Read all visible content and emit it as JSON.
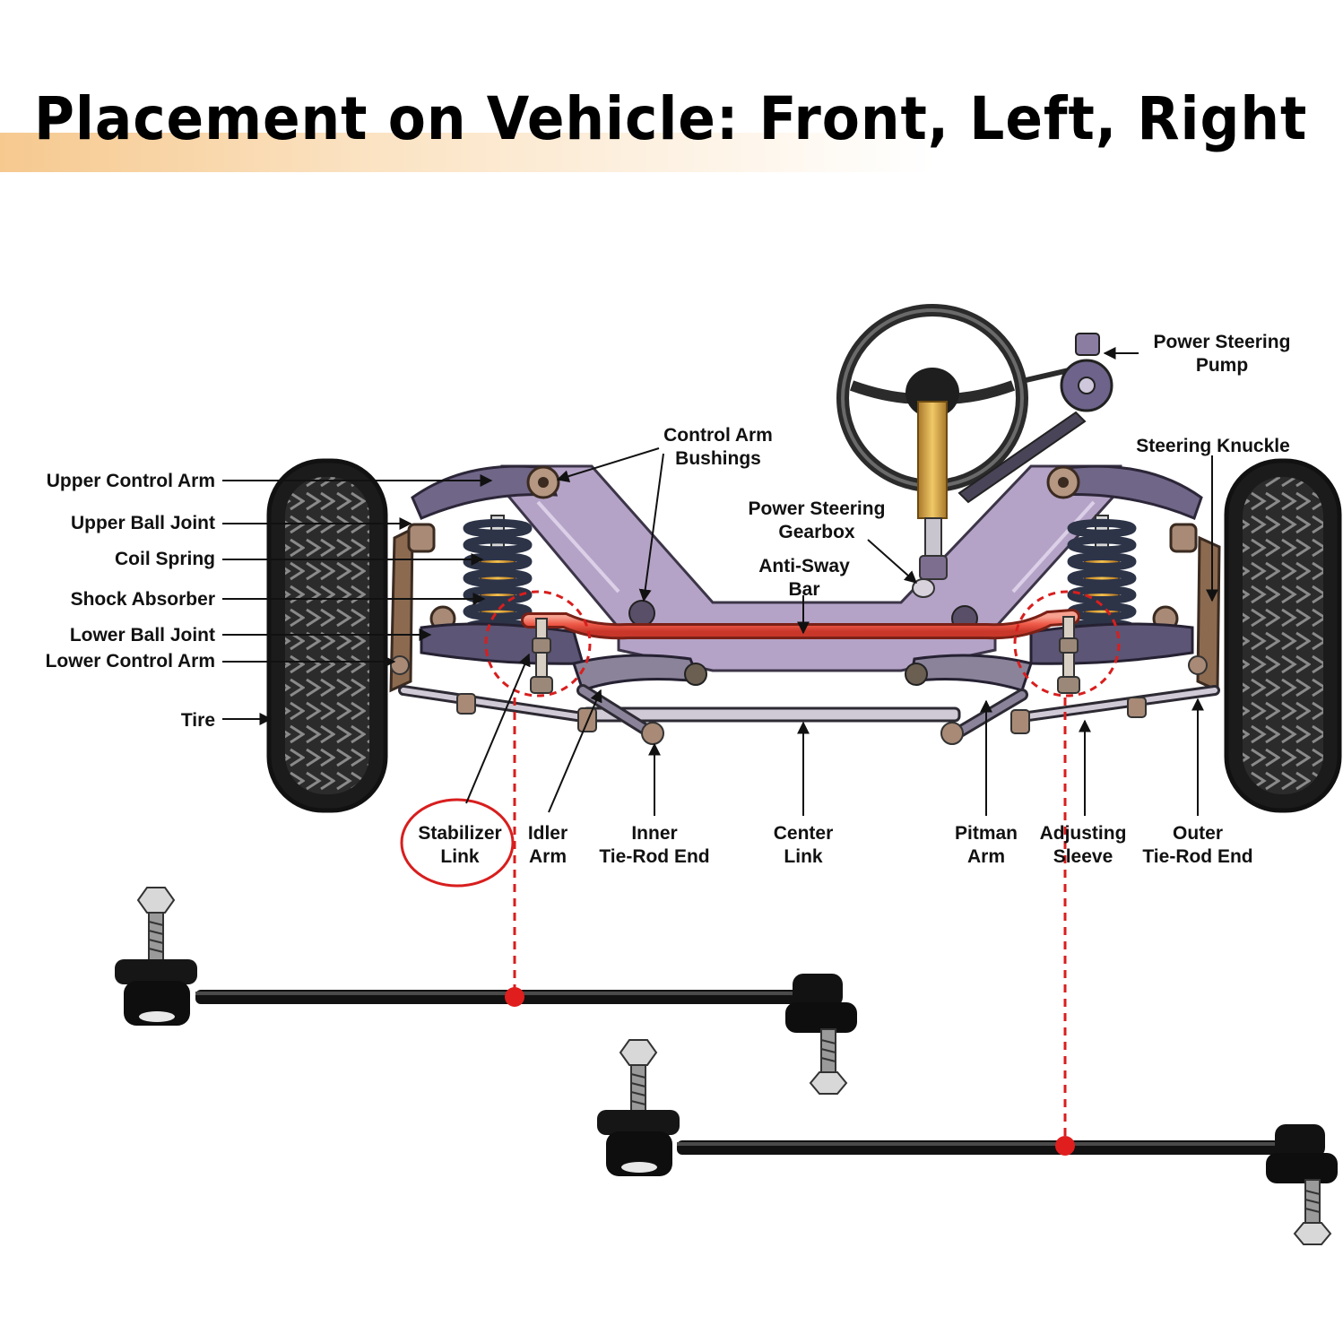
{
  "title": "Placement on Vehicle: Front, Left, Right",
  "colors": {
    "title_band": "#f6c98f",
    "frame": "#b4a3c7",
    "frame_outline": "#3c3548",
    "anti_sway_bar": "#f0604f",
    "highlight": "#d81e1e",
    "spring": "#2d3448",
    "shock": "#e7a534",
    "tire": "#262626",
    "steel": "#111111"
  },
  "icons": [
    "steering-wheel-icon",
    "tire-icon",
    "stabilizer-link-icon"
  ],
  "labels": {
    "upper_control_arm": "Upper Control Arm",
    "upper_ball_joint": "Upper Ball Joint",
    "coil_spring": "Coil Spring",
    "shock_absorber": "Shock Absorber",
    "lower_ball_joint": "Lower Ball Joint",
    "lower_control_arm": "Lower Control Arm",
    "tire": "Tire",
    "control_arm_bushings": [
      "Control Arm",
      "Bushings"
    ],
    "power_steering_gearbox": [
      "Power Steering",
      "Gearbox"
    ],
    "anti_sway_bar": [
      "Anti-Sway",
      "Bar"
    ],
    "power_steering_pump": [
      "Power Steering",
      "Pump"
    ],
    "steering_knuckle": "Steering Knuckle",
    "stabilizer_link": [
      "Stabilizer",
      "Link"
    ],
    "idler_arm": [
      "Idler",
      "Arm"
    ],
    "inner_tie_rod_end": [
      "Inner",
      "Tie-Rod End"
    ],
    "center_link": [
      "Center",
      "Link"
    ],
    "pitman_arm": [
      "Pitman",
      "Arm"
    ],
    "adjusting_sleeve": [
      "Adjusting",
      "Sleeve"
    ],
    "outer_tie_rod_end": [
      "Outer",
      "Tie-Rod End"
    ]
  }
}
